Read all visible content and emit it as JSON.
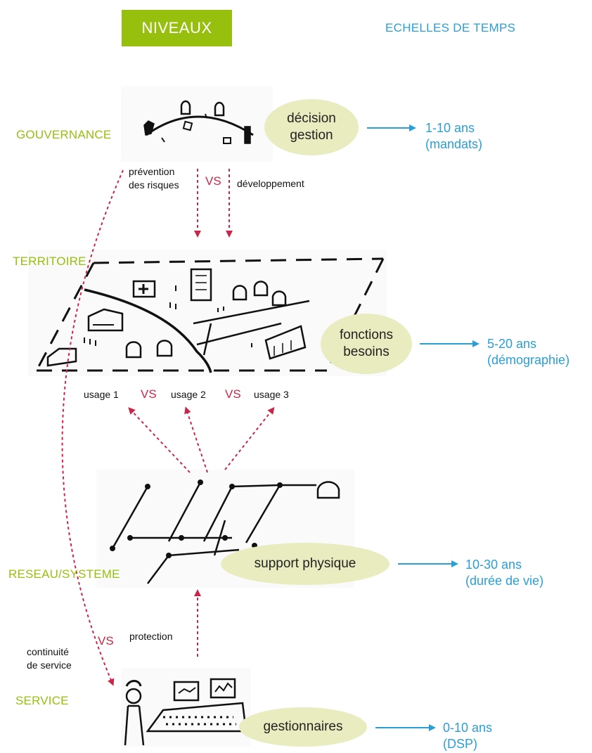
{
  "header": {
    "niveaux": "NIVEAUX",
    "echelles": "ECHELLES DE TEMPS"
  },
  "levels": {
    "gouvernance": {
      "label": "GOUVERNANCE",
      "ellipse_line1": "décision",
      "ellipse_line2": "gestion",
      "scale_line1": "1-10 ans",
      "scale_line2": "(mandats)"
    },
    "territoire": {
      "label": "TERRITOIRE",
      "ellipse_line1": "fonctions",
      "ellipse_line2": "besoins",
      "scale_line1": "5-20 ans",
      "scale_line2": "(démographie)"
    },
    "reseau": {
      "label": "RESEAU/SYSTEME",
      "ellipse_line1": "support physique",
      "scale_line1": "10-30 ans",
      "scale_line2": "(durée de vie)"
    },
    "service": {
      "label": "SERVICE",
      "ellipse_line1": "gestionnaires",
      "scale_line1": "0-10 ans",
      "scale_line2": "(DSP)"
    }
  },
  "annotations": {
    "prevention_line1": "prévention",
    "prevention_line2": "des risques",
    "vs": "VS",
    "developpement": "développement",
    "usage1": "usage 1",
    "usage2": "usage 2",
    "usage3": "usage 3",
    "protection": "protection",
    "continuite_line1": "continuité",
    "continuite_line2": "de service"
  },
  "colors": {
    "green": "#97bf0d",
    "blue": "#2a9fd6",
    "red": "#c8274a",
    "ellipse": "#e9ecbf"
  },
  "icons": [
    "governance-sketch",
    "territory-sketch",
    "network-sketch",
    "operator-sketch",
    "arrow-right-icon"
  ]
}
